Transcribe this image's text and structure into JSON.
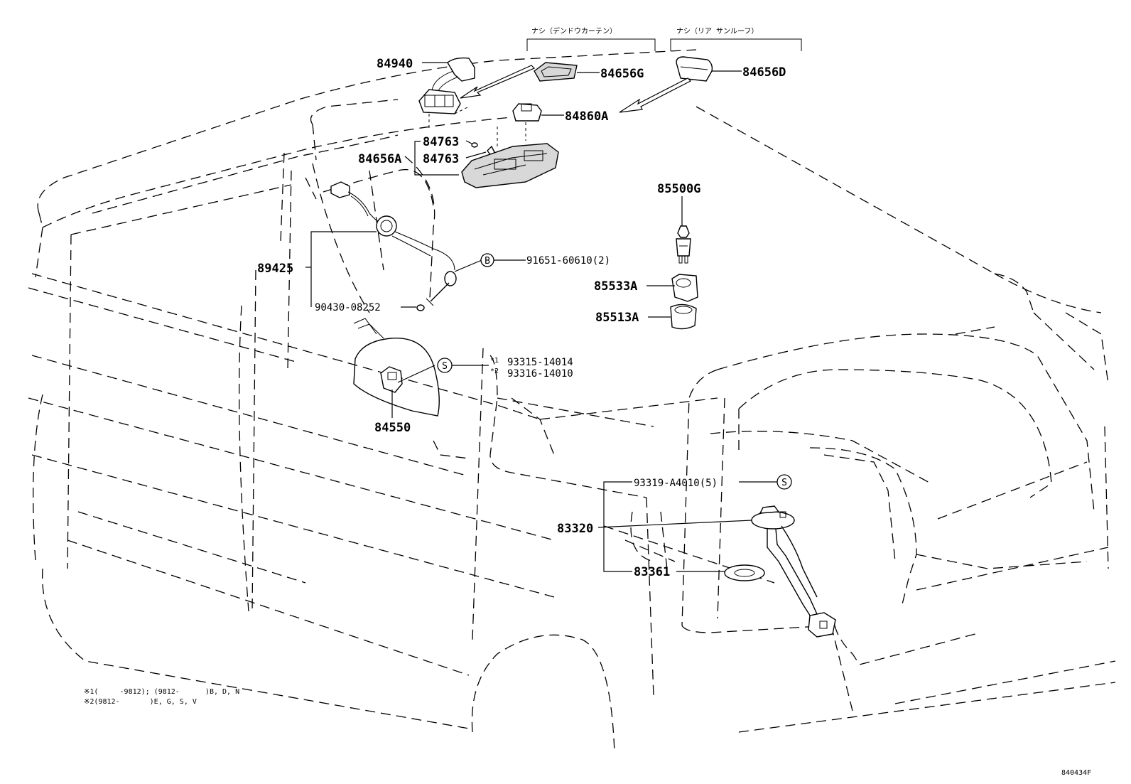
{
  "headers": {
    "curtain": "ナシ（デンドウカーテン）",
    "sunroof": "ナシ（リア サンルーフ）"
  },
  "parts": {
    "p84940": "84940",
    "p84656G": "84656G",
    "p84656D": "84656D",
    "p84860A": "84860A",
    "p84763a": "84763",
    "p84763b": "84763",
    "p84656A": "84656A",
    "p85500G": "85500G",
    "p89425": "89425",
    "p91651": "91651-60610(2)",
    "p85533A": "85533A",
    "p85513A": "85513A",
    "p90430": "90430-08252",
    "p93315": "93315-14014",
    "p93316": "93316-14010",
    "p84550": "84550",
    "p93319": "93319-A4010(5)",
    "p83320": "83320",
    "p83361": "83361"
  },
  "markers": {
    "star1": "*1",
    "star2": "*2",
    "circle_b": "B",
    "circle_s1": "S",
    "circle_s2": "S"
  },
  "notes": {
    "line1": "※1(     -9812); (9812-      )B, D, N",
    "line2": "※2(9812-       )E, G, S, V"
  },
  "figure_code": "840434F"
}
